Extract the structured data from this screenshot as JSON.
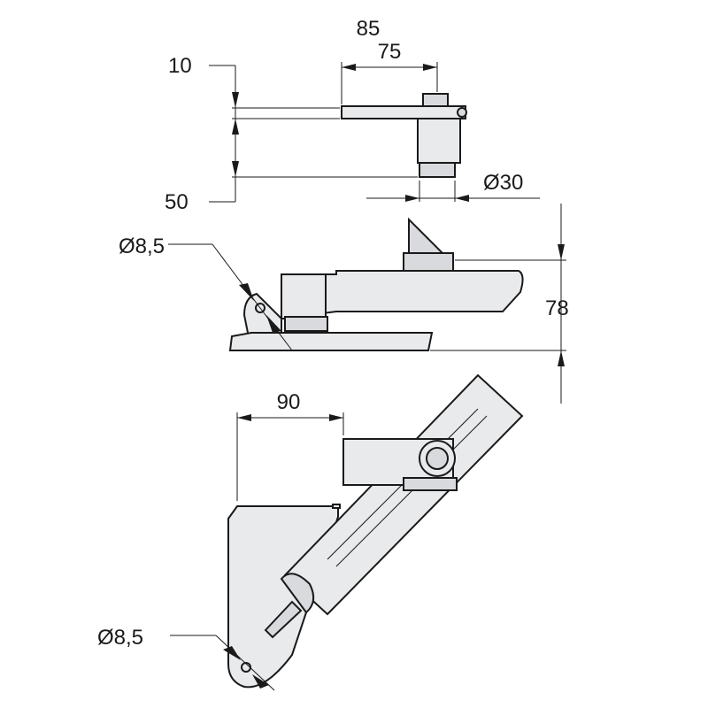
{
  "dimensions": {
    "top_width_outer": "85",
    "top_width_inner": "75",
    "top_height_small": "10",
    "top_height_total": "50",
    "diameter_roller": "Ø30",
    "hole_diameter_middle": "Ø8,5",
    "middle_height": "78",
    "bottom_width": "90",
    "hole_diameter_bottom": "Ø8,5"
  },
  "colors": {
    "line": "#1a1a1a",
    "part_fill": "#e9eaec"
  }
}
